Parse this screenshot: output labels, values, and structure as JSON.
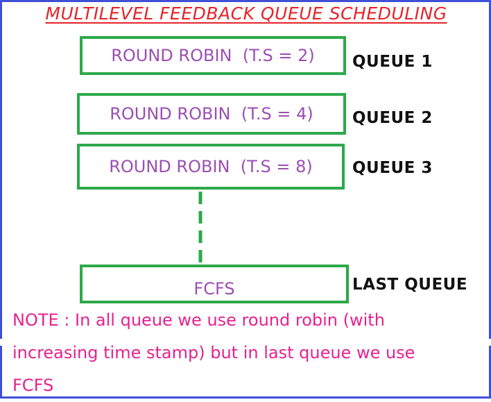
{
  "title": "MULTILEVEL FEEDBACK QUEUE SCHEDULING",
  "queues": [
    {
      "box": "ROUND ROBIN  (T.S = 2)",
      "label": "QUEUE 1"
    },
    {
      "box": "ROUND ROBIN  (T.S = 4)",
      "label": "QUEUE 2"
    },
    {
      "box": "ROUND ROBIN  (T.S = 8)",
      "label": "QUEUE 3"
    },
    {
      "box": "FCFS",
      "label": "LAST QUEUE"
    }
  ],
  "note": {
    "line1": "NOTE : In all queue we use round robin (with",
    "line2": "increasing time stamp) but in last queue we use",
    "line3": "FCFS"
  },
  "colors": {
    "title": "#e5242a",
    "box_border": "#2da84a",
    "box_text": "#9b4fb3",
    "label": "#111111",
    "note": "#e5228f",
    "frame": "#3f4fd6"
  }
}
